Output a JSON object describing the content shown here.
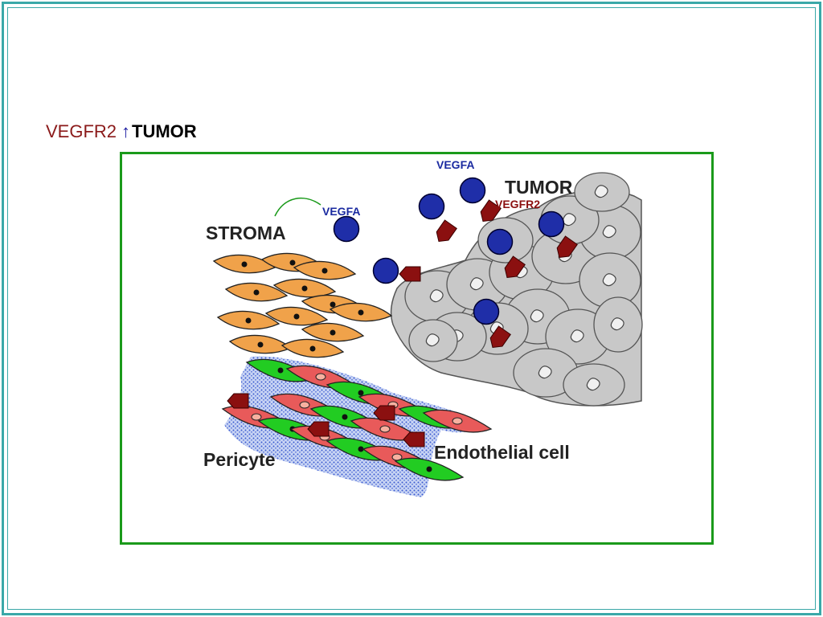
{
  "slide": {
    "title_part1": "VEGFR2",
    "title_arrow": "↑",
    "title_part2": "TUMOR"
  },
  "diagram": {
    "labels": {
      "stroma": "STROMA",
      "tumor": "TUMOR",
      "pericyte": "Pericyte",
      "endothelial": "Endothelial cell",
      "vegfa_top": "VEGFA",
      "vegfa_left": "VEGFA",
      "vegfr2": "VEGFR2"
    },
    "colors": {
      "frame": "#3aa8a8",
      "box_border": "#1a9a1a",
      "vegfa_ligand": "#1f2ea8",
      "vegfr2_receptor": "#8b1010",
      "stroma_cell": "#f0a24a",
      "tumor_cell": "#c8c8c8",
      "pericyte_cell": "#22cc22",
      "endothelial_cell": "#e85a5a",
      "vessel_dots": "#4a6ad8",
      "vegfa_label": "#1a2aa0",
      "vegfr2_label": "#8b1010"
    }
  }
}
